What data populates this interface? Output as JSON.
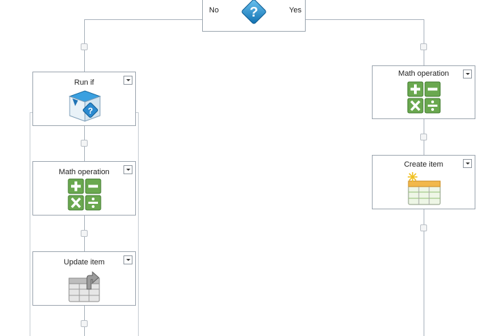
{
  "condition": {
    "no_label": "No",
    "yes_label": "Yes",
    "icon": "question-diamond-icon"
  },
  "left_branch": {
    "run_if": {
      "title": "Run if",
      "icon": "run-if-box-icon"
    },
    "math_operation": {
      "title": "Math operation",
      "icon": "math-operation-icon"
    },
    "update_item": {
      "title": "Update item",
      "icon": "update-item-icon"
    }
  },
  "right_branch": {
    "math_operation": {
      "title": "Math operation",
      "icon": "math-operation-icon"
    },
    "create_item": {
      "title": "Create item",
      "icon": "create-item-icon"
    }
  },
  "colors": {
    "connector_line": "#a7b1bb",
    "block_border": "#9aa4ae",
    "math_green": "#6aa84f",
    "question_blue": "#1e88c8"
  }
}
